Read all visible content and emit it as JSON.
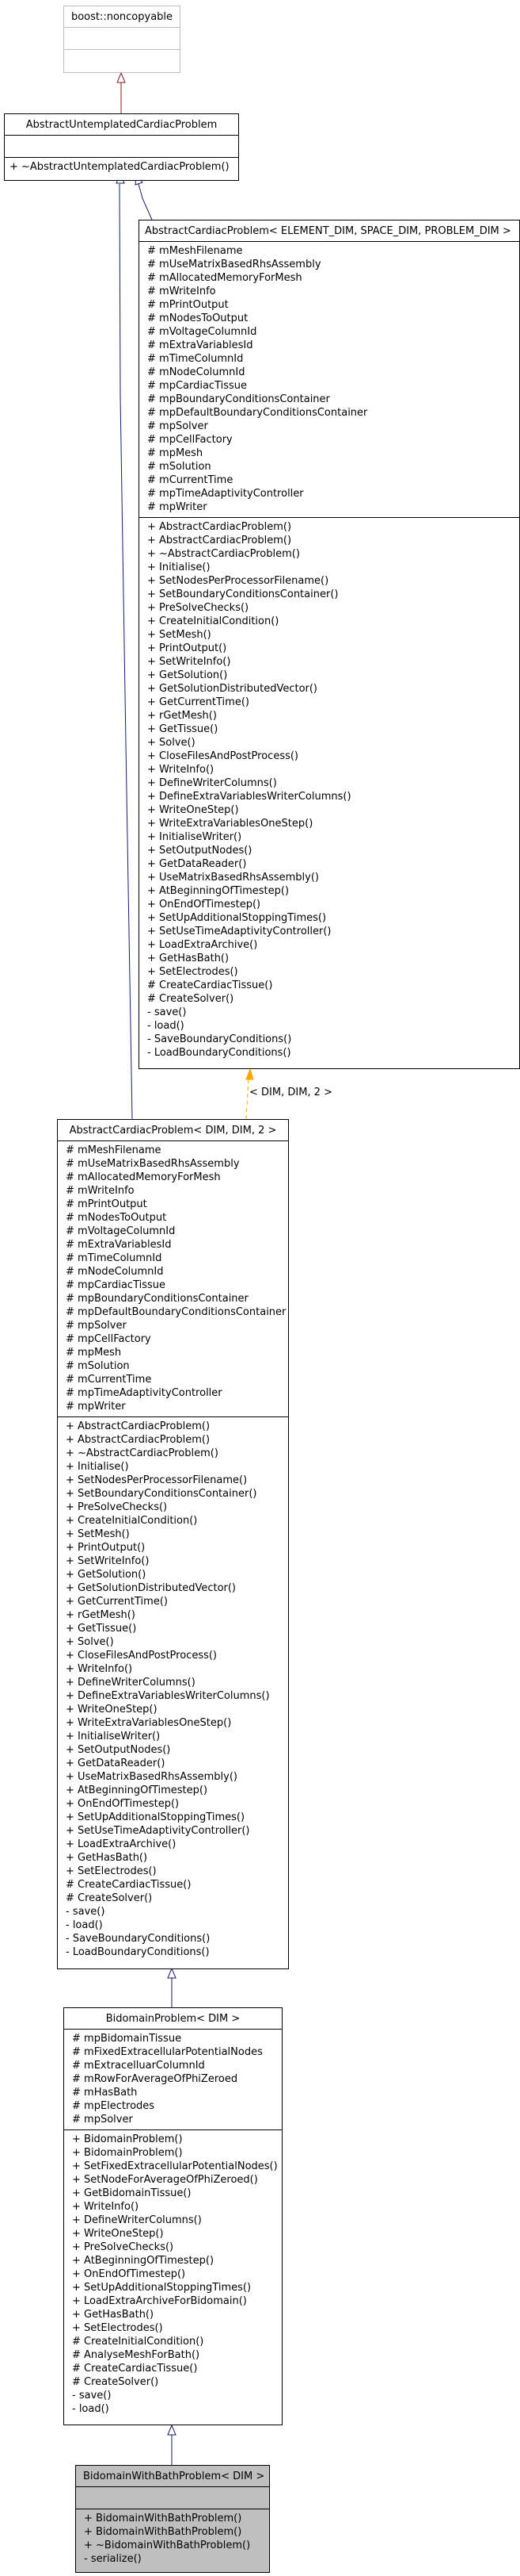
{
  "diagram": {
    "classes": {
      "noncopyable": {
        "name": "boost::noncopyable",
        "attributes": [],
        "methods": []
      },
      "untemplated": {
        "name": "AbstractUntemplatedCardiacProblem",
        "attributes": [],
        "methods": [
          "+ ~AbstractUntemplatedCardiacProblem()"
        ]
      },
      "abstract_template": {
        "name": "AbstractCardiacProblem< ELEMENT_DIM, SPACE_DIM, PROBLEM_DIM >",
        "attributes": [
          "# mMeshFilename",
          "# mUseMatrixBasedRhsAssembly",
          "# mAllocatedMemoryForMesh",
          "# mWriteInfo",
          "# mPrintOutput",
          "# mNodesToOutput",
          "# mVoltageColumnId",
          "# mExtraVariablesId",
          "# mTimeColumnId",
          "# mNodeColumnId",
          "# mpCardiacTissue",
          "# mpBoundaryConditionsContainer",
          "# mpDefaultBoundaryConditionsContainer",
          "# mpSolver",
          "# mpCellFactory",
          "# mpMesh",
          "# mSolution",
          "# mCurrentTime",
          "# mpTimeAdaptivityController",
          "# mpWriter"
        ],
        "methods": [
          "+ AbstractCardiacProblem()",
          "+ AbstractCardiacProblem()",
          "+ ~AbstractCardiacProblem()",
          "+ Initialise()",
          "+ SetNodesPerProcessorFilename()",
          "+ SetBoundaryConditionsContainer()",
          "+ PreSolveChecks()",
          "+ CreateInitialCondition()",
          "+ SetMesh()",
          "+ PrintOutput()",
          "+ SetWriteInfo()",
          "+ GetSolution()",
          "+ GetSolutionDistributedVector()",
          "+ GetCurrentTime()",
          "+ rGetMesh()",
          "+ GetTissue()",
          "+ Solve()",
          "+ CloseFilesAndPostProcess()",
          "+ WriteInfo()",
          "+ DefineWriterColumns()",
          "+ DefineExtraVariablesWriterColumns()",
          "+ WriteOneStep()",
          "+ WriteExtraVariablesOneStep()",
          "+ InitialiseWriter()",
          "+ SetOutputNodes()",
          "+ GetDataReader()",
          "+ UseMatrixBasedRhsAssembly()",
          "+ AtBeginningOfTimestep()",
          "+ OnEndOfTimestep()",
          "+ SetUpAdditionalStoppingTimes()",
          "+ SetUseTimeAdaptivityController()",
          "+ LoadExtraArchive()",
          "+ GetHasBath()",
          "+ SetElectrodes()",
          "# CreateCardiacTissue()",
          "# CreateSolver()",
          "- save()",
          "- load()",
          "- SaveBoundaryConditions()",
          "- LoadBoundaryConditions()"
        ]
      },
      "abstract_instance": {
        "name": "AbstractCardiacProblem< DIM, DIM, 2 >",
        "attributes": [
          "# mMeshFilename",
          "# mUseMatrixBasedRhsAssembly",
          "# mAllocatedMemoryForMesh",
          "# mWriteInfo",
          "# mPrintOutput",
          "# mNodesToOutput",
          "# mVoltageColumnId",
          "# mExtraVariablesId",
          "# mTimeColumnId",
          "# mNodeColumnId",
          "# mpCardiacTissue",
          "# mpBoundaryConditionsContainer",
          "# mpDefaultBoundaryConditionsContainer",
          "# mpSolver",
          "# mpCellFactory",
          "# mpMesh",
          "# mSolution",
          "# mCurrentTime",
          "# mpTimeAdaptivityController",
          "# mpWriter"
        ],
        "methods": [
          "+ AbstractCardiacProblem()",
          "+ AbstractCardiacProblem()",
          "+ ~AbstractCardiacProblem()",
          "+ Initialise()",
          "+ SetNodesPerProcessorFilename()",
          "+ SetBoundaryConditionsContainer()",
          "+ PreSolveChecks()",
          "+ CreateInitialCondition()",
          "+ SetMesh()",
          "+ PrintOutput()",
          "+ SetWriteInfo()",
          "+ GetSolution()",
          "+ GetSolutionDistributedVector()",
          "+ GetCurrentTime()",
          "+ rGetMesh()",
          "+ GetTissue()",
          "+ Solve()",
          "+ CloseFilesAndPostProcess()",
          "+ WriteInfo()",
          "+ DefineWriterColumns()",
          "+ DefineExtraVariablesWriterColumns()",
          "+ WriteOneStep()",
          "+ WriteExtraVariablesOneStep()",
          "+ InitialiseWriter()",
          "+ SetOutputNodes()",
          "+ GetDataReader()",
          "+ UseMatrixBasedRhsAssembly()",
          "+ AtBeginningOfTimestep()",
          "+ OnEndOfTimestep()",
          "+ SetUpAdditionalStoppingTimes()",
          "+ SetUseTimeAdaptivityController()",
          "+ LoadExtraArchive()",
          "+ GetHasBath()",
          "+ SetElectrodes()",
          "# CreateCardiacTissue()",
          "# CreateSolver()",
          "- save()",
          "- load()",
          "- SaveBoundaryConditions()",
          "- LoadBoundaryConditions()"
        ]
      },
      "bidomain": {
        "name": "BidomainProblem< DIM >",
        "attributes": [
          "# mpBidomainTissue",
          "# mFixedExtracellularPotentialNodes",
          "# mExtracelluarColumnId",
          "# mRowForAverageOfPhiZeroed",
          "# mHasBath",
          "# mpElectrodes",
          "# mpSolver"
        ],
        "methods": [
          "+ BidomainProblem()",
          "+ BidomainProblem()",
          "+ SetFixedExtracellularPotentialNodes()",
          "+ SetNodeForAverageOfPhiZeroed()",
          "+ GetBidomainTissue()",
          "+ WriteInfo()",
          "+ DefineWriterColumns()",
          "+ WriteOneStep()",
          "+ PreSolveChecks()",
          "+ AtBeginningOfTimestep()",
          "+ OnEndOfTimestep()",
          "+ SetUpAdditionalStoppingTimes()",
          "+ LoadExtraArchiveForBidomain()",
          "+ GetHasBath()",
          "+ SetElectrodes()",
          "# CreateInitialCondition()",
          "# AnalyseMeshForBath()",
          "# CreateCardiacTissue()",
          "# CreateSolver()",
          "- save()",
          "- load()"
        ]
      },
      "bidomain_bath": {
        "name": "BidomainWithBathProblem< DIM >",
        "attributes": [],
        "methods": [
          "+ BidomainWithBathProblem()",
          "+ BidomainWithBathProblem()",
          "+ ~BidomainWithBathProblem()",
          "- serialize()"
        ]
      }
    },
    "template_edge_label": "< DIM, DIM, 2 >",
    "colors": {
      "inheritance_public": "#191970",
      "inheritance_private": "#8b1a1a",
      "template_instance": "#ffa500",
      "focus_fill": "#bfbfbf",
      "external_border": "#bfbfbf"
    }
  }
}
